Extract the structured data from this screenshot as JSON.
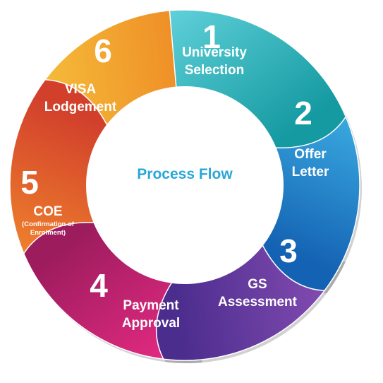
{
  "center": {
    "title": "Process Flow",
    "color": "#2aa6d8"
  },
  "steps": [
    {
      "number": "1",
      "lines": [
        "University",
        "Selection"
      ],
      "sub_lines": [],
      "colors": [
        "#5fd0d9",
        "#159aa1"
      ]
    },
    {
      "number": "2",
      "lines": [
        "Offer",
        "Letter"
      ],
      "sub_lines": [],
      "colors": [
        "#3fb3e6",
        "#1462b3"
      ]
    },
    {
      "number": "3",
      "lines": [
        "GS",
        "Assessment"
      ],
      "sub_lines": [],
      "colors": [
        "#8a4fb5",
        "#4b2d8e"
      ]
    },
    {
      "number": "4",
      "lines": [
        "Payment",
        "Approval"
      ],
      "sub_lines": [],
      "colors": [
        "#ec2c86",
        "#9d1c5e"
      ]
    },
    {
      "number": "5",
      "lines": [
        "COE"
      ],
      "sub_lines": [
        "(Confirmation of",
        "Enrolment)"
      ],
      "colors": [
        "#f38a2d",
        "#d2402c"
      ]
    },
    {
      "number": "6",
      "lines": [
        "VISA",
        "Lodgement"
      ],
      "sub_lines": [],
      "colors": [
        "#f6c23c",
        "#ee8a25"
      ]
    }
  ]
}
